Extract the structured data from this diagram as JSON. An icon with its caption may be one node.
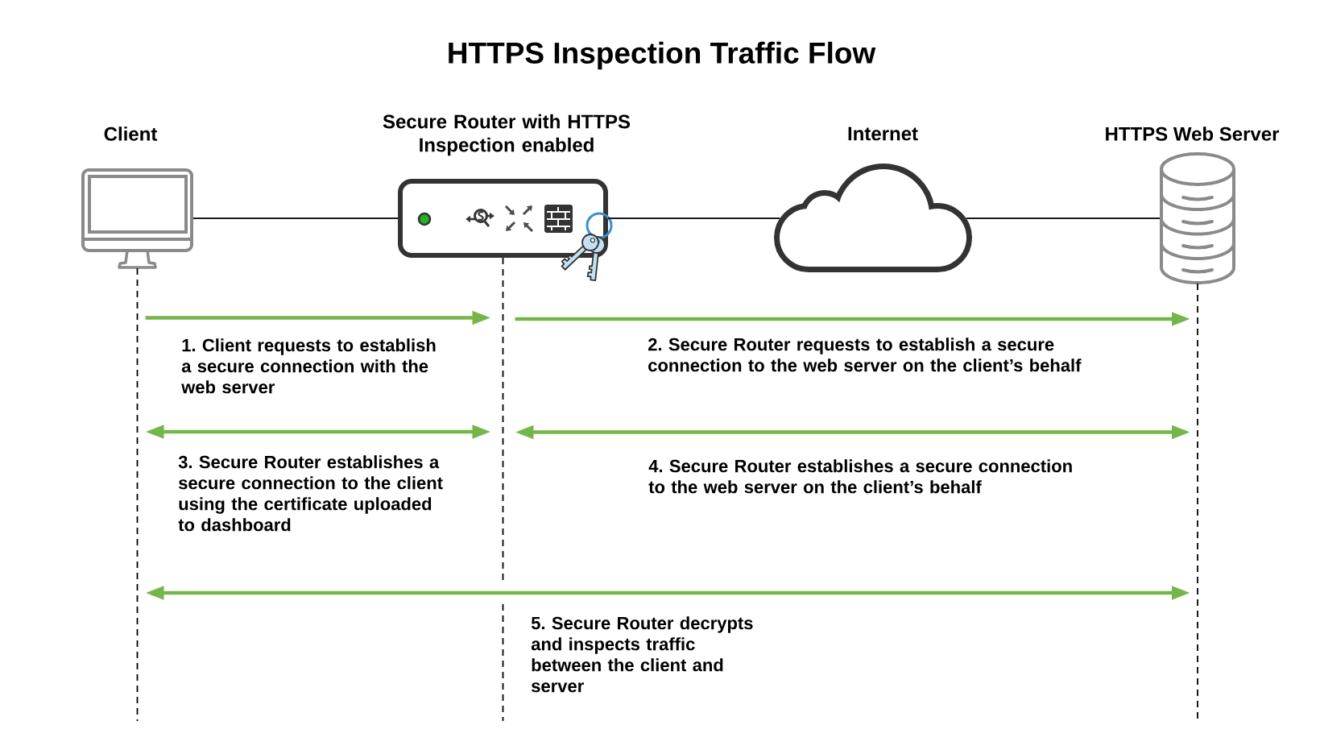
{
  "diagram": {
    "title": "HTTPS Inspection Traffic Flow",
    "nodes": [
      {
        "text": [
          "Client"
        ]
      },
      {
        "text": [
          "Secure Router with HTTPS Inspection enabled"
        ]
      },
      {
        "text": [
          "Internet"
        ]
      },
      {
        "text": [
          "HTTPS Web Server"
        ]
      }
    ],
    "edges": [
      {
        "from": 0,
        "to": 1,
        "arrow": "none",
        "color": "#1a1a1a"
      },
      {
        "from": 1,
        "to": 2,
        "arrow": "none",
        "color": "#1a1a1a"
      },
      {
        "from": 2,
        "to": 3,
        "arrow": "none",
        "color": "#1a1a1a"
      },
      {
        "from": 0,
        "to": 1,
        "arrow": "to",
        "label": "1. Client requests to establish a secure connection with the web server"
      },
      {
        "from": 1,
        "to": 3,
        "arrow": "to",
        "label": "2. Secure Router requests to establish a secure connection to the web server on the client’s behalf"
      },
      {
        "from": 0,
        "to": 1,
        "arrow": "both",
        "label": "3. Secure Router establishes a secure connection to the client using the certificate uploaded to dashboard"
      },
      {
        "from": 1,
        "to": 3,
        "arrow": "both",
        "label": "4. Secure Router establishes a secure connection to the web server on the client’s behalf"
      },
      {
        "from": 0,
        "to": 3,
        "arrow": "both",
        "label": "5. Secure Router decrypts and inspects traffic between the client and server"
      }
    ]
  }
}
